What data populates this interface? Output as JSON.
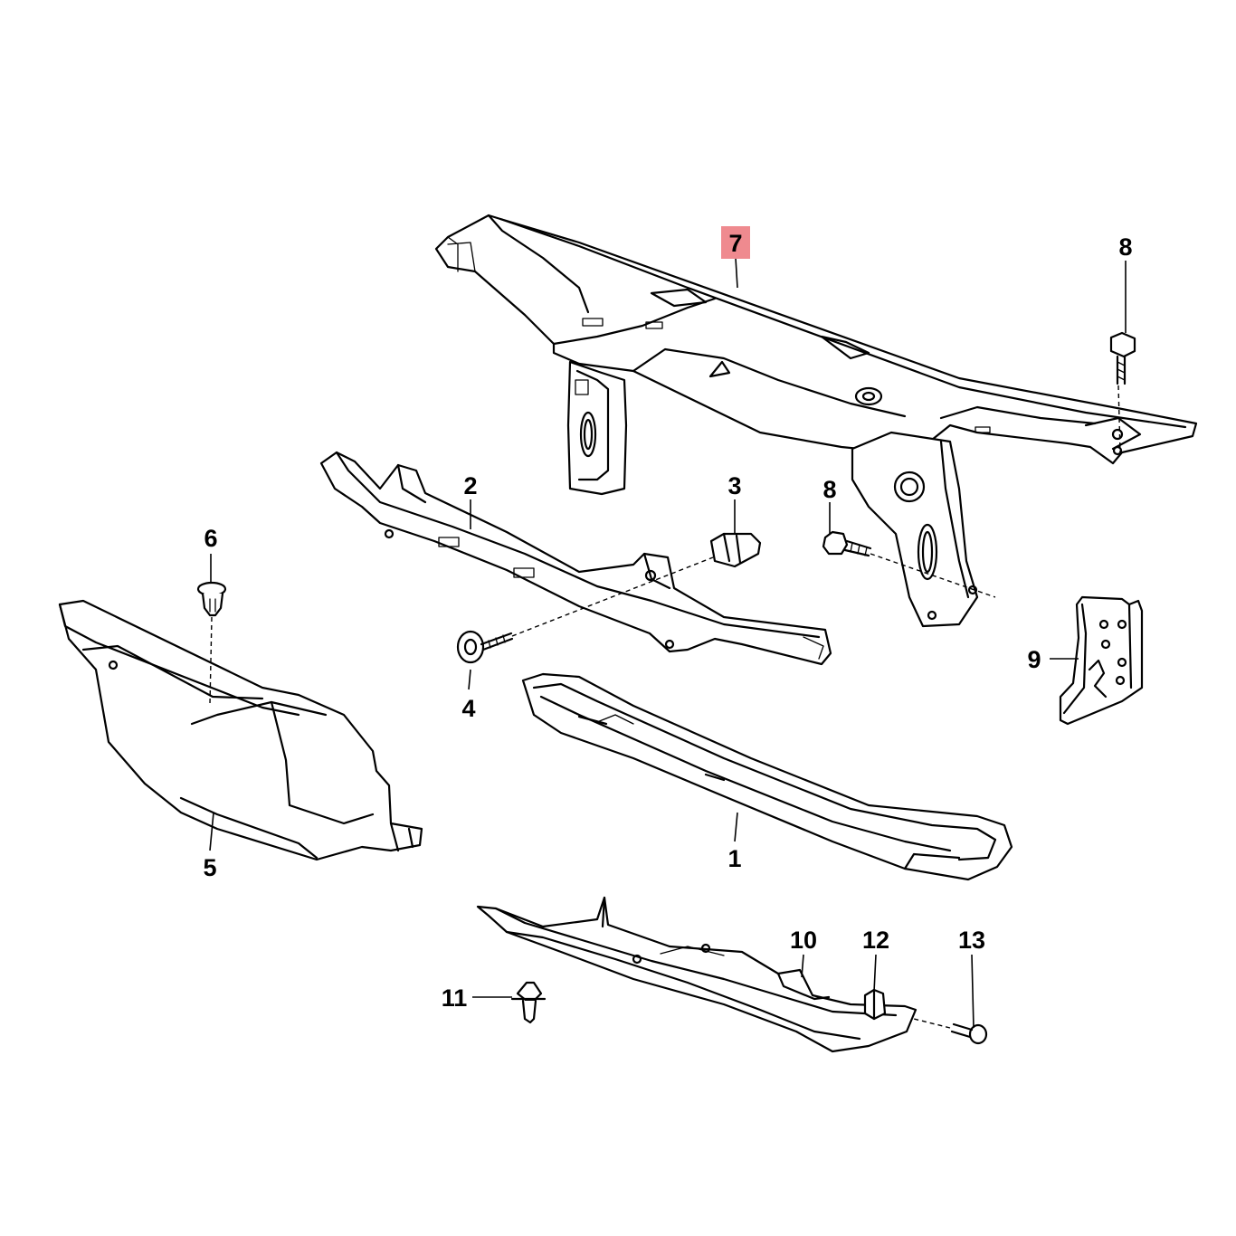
{
  "diagram": {
    "callouts": [
      {
        "id": "1",
        "label": "1",
        "part": "lower-crossmember"
      },
      {
        "id": "2",
        "label": "2",
        "part": "upper-bumper-support"
      },
      {
        "id": "3",
        "label": "3",
        "part": "plastic-nut"
      },
      {
        "id": "4",
        "label": "4",
        "part": "screw"
      },
      {
        "id": "5",
        "label": "5",
        "part": "air-duct"
      },
      {
        "id": "6",
        "label": "6",
        "part": "expanding-rivet"
      },
      {
        "id": "7",
        "label": "7",
        "part": "front-panel-carrier",
        "highlighted": true,
        "highlight_color": "#ef8a8f"
      },
      {
        "id": "8a",
        "label": "8",
        "part": "hex-bolt"
      },
      {
        "id": "8b",
        "label": "8",
        "part": "hex-bolt"
      },
      {
        "id": "9",
        "label": "9",
        "part": "bracket"
      },
      {
        "id": "10",
        "label": "10",
        "part": "underbody-shield"
      },
      {
        "id": "11",
        "label": "11",
        "part": "clip"
      },
      {
        "id": "12",
        "label": "12",
        "part": "clamp-nut"
      },
      {
        "id": "13",
        "label": "13",
        "part": "screw"
      }
    ]
  }
}
